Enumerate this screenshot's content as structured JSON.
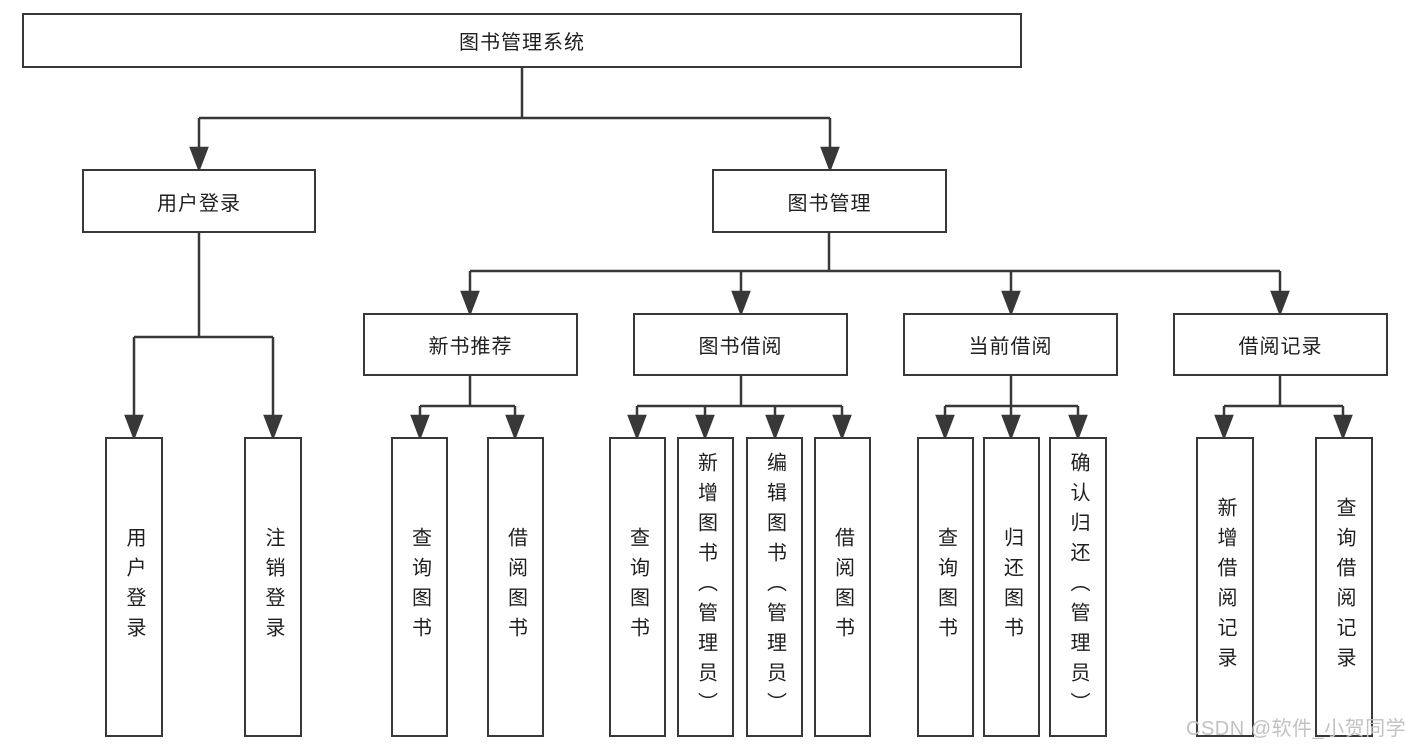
{
  "tree": {
    "label": "图书管理系统",
    "children": [
      {
        "label": "用户登录",
        "children": [
          {
            "label": "用户登录"
          },
          {
            "label": "注销登录"
          }
        ]
      },
      {
        "label": "图书管理",
        "children": [
          {
            "label": "新书推荐",
            "children": [
              {
                "label": "查询图书"
              },
              {
                "label": "借阅图书"
              }
            ]
          },
          {
            "label": "图书借阅",
            "children": [
              {
                "label": "查询图书"
              },
              {
                "label": "新增图书（管理员）"
              },
              {
                "label": "编辑图书（管理员）"
              },
              {
                "label": "借阅图书"
              }
            ]
          },
          {
            "label": "当前借阅",
            "children": [
              {
                "label": "查询图书"
              },
              {
                "label": "归还图书"
              },
              {
                "label": "确认归还（管理员）"
              }
            ]
          },
          {
            "label": "借阅记录",
            "children": [
              {
                "label": "新增借阅记录"
              },
              {
                "label": "查询借阅记录"
              }
            ]
          }
        ]
      }
    ]
  },
  "watermark": {
    "text": "CSDN @软件_小贺同学"
  },
  "colors": {
    "line": "#383838",
    "box_border": "#383838",
    "text": "#1f1f1f",
    "background": "#ffffff",
    "watermark": "#c2c2c2"
  }
}
